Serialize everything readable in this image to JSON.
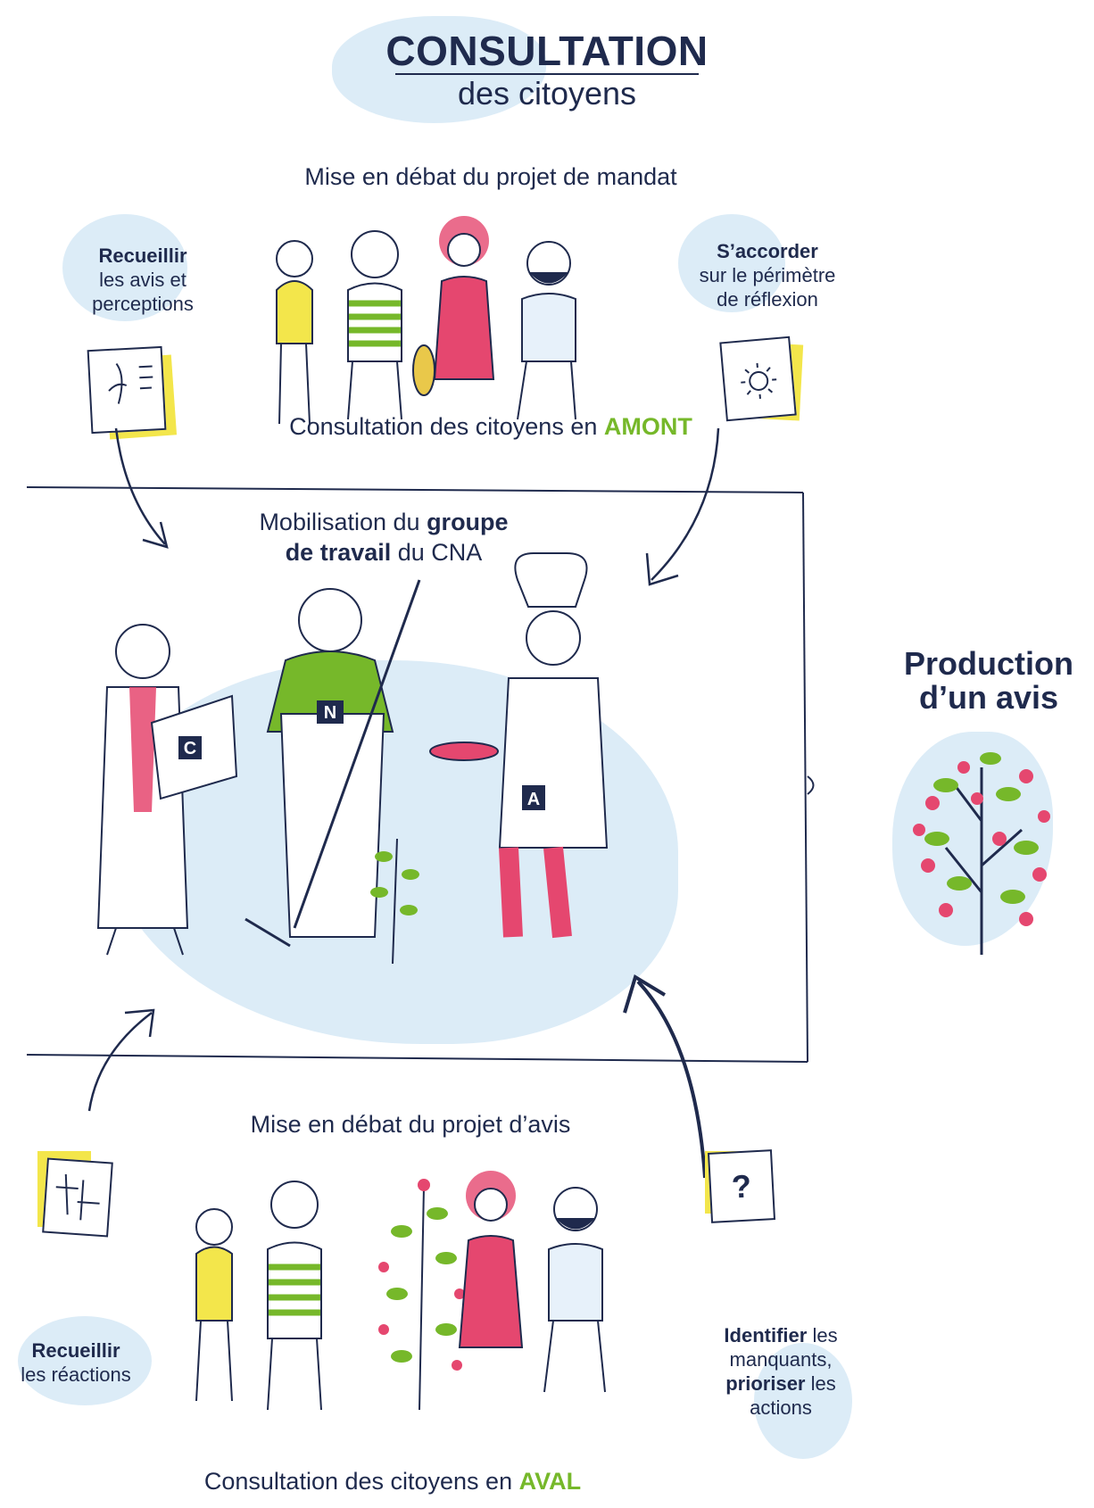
{
  "title": {
    "main": "CONSULTATION",
    "sub": "des citoyens"
  },
  "amont": {
    "heading": "Mise en débat du projet de mandat",
    "left_strong": "Recueillir",
    "left_rest_1": "les avis et",
    "left_rest_2": "perceptions",
    "right_strong": "S’accorder",
    "right_rest_1": "sur le périmètre",
    "right_rest_2": "de réflexion",
    "footer_prefix": "Consultation des citoyens en",
    "footer_strong": "AMONT"
  },
  "groupe": {
    "prefix": "Mobilisation du",
    "strong_1": "groupe",
    "strong_2": "de travail",
    "suffix": "du CNA",
    "letters": {
      "c": "C",
      "n": "N",
      "a": "A"
    }
  },
  "production": {
    "line1": "Production",
    "line2": "d’un avis"
  },
  "aval": {
    "heading": "Mise en débat du projet d’avis",
    "left_strong": "Recueillir",
    "left_rest": "les réactions",
    "right_strong_1": "Identifier",
    "right_rest_1": "les",
    "right_rest_2": "manquants,",
    "right_strong_2": "prioriser",
    "right_rest_3": "les",
    "right_rest_4": "actions",
    "footer_prefix": "Consultation des citoyens en",
    "footer_strong": "AVAL",
    "doc_mark": "?"
  },
  "colors": {
    "navy": "#1f2a4d",
    "green": "#76b82a",
    "yellow": "#f3e64b",
    "pink": "#e5476f",
    "light_blue": "#dcecf7"
  }
}
